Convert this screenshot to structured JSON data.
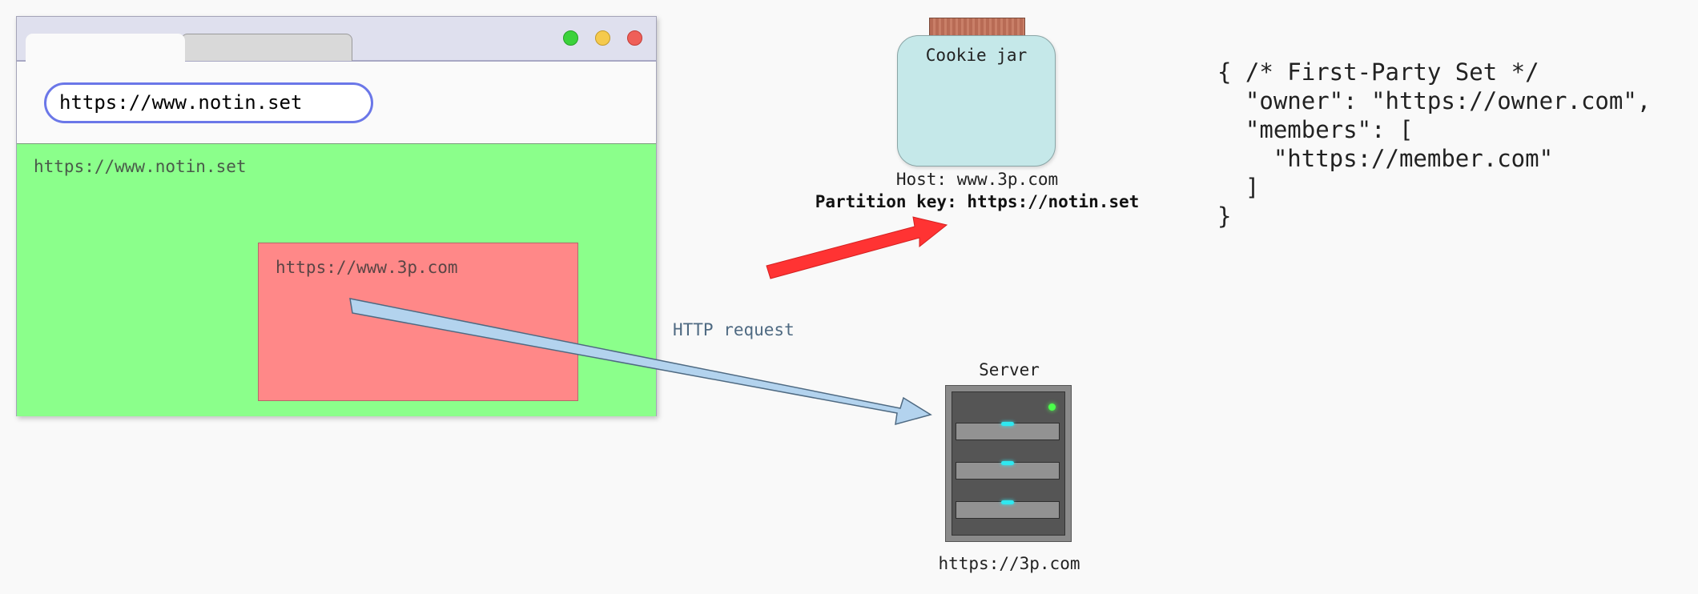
{
  "browser": {
    "address_bar": "https://www.notin.set",
    "page_url": "https://www.notin.set",
    "iframe_url": "https://www.3p.com"
  },
  "cookie_jar": {
    "label": "Cookie jar",
    "host": "Host: www.3p.com",
    "partition_key": "Partition key: https://notin.set"
  },
  "json_snippet": "{ /* First-Party Set */\n  \"owner\": \"https://owner.com\",\n  \"members\": [\n    \"https://member.com\"\n  ]\n}",
  "http_request_label": "HTTP request",
  "server": {
    "label": "Server",
    "url": "https://3p.com"
  },
  "colors": {
    "page_bg": "#8bff8b",
    "iframe_bg": "#ff8888",
    "address_bar_border": "#6b77e8",
    "cookie_arrow": "#ff3333",
    "request_arrow": "#b3d3ee",
    "jar_body": "#c5e8e9"
  },
  "icons": [
    "close-icon",
    "minimize-icon",
    "maximize-icon",
    "cookie-jar-icon",
    "server-icon"
  ]
}
